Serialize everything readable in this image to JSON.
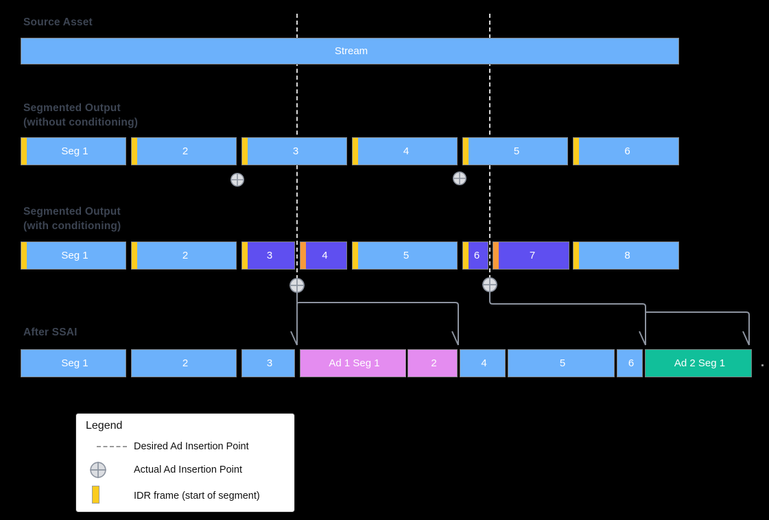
{
  "diagram": {
    "title": "SSAI segment conditioning diagram",
    "background": "#000000",
    "label_color": "#3c4452"
  },
  "colors": {
    "segment_blue": "#6cb1fb",
    "segment_purple": "#5f4ff0",
    "ad_pink": "#e48cf0",
    "ad_teal": "#11bf9a",
    "idr_yellow": "#fccc1f",
    "idr_orange": "#f79b3b",
    "dashed_line": "#d9d9d9",
    "connector": "#8d94a0"
  },
  "rows": [
    {
      "key": "source_asset",
      "label": "Source Asset",
      "bars": [
        {
          "text": "Stream",
          "color": "blue",
          "idr": "none"
        }
      ]
    },
    {
      "key": "without_conditioning",
      "label": "Segmented Output\n(without conditioning)",
      "bars": [
        {
          "text": "Seg 1",
          "color": "blue",
          "idr": "yellow"
        },
        {
          "text": "2",
          "color": "blue",
          "idr": "yellow"
        },
        {
          "text": "3",
          "color": "blue",
          "idr": "yellow"
        },
        {
          "text": "4",
          "color": "blue",
          "idr": "yellow"
        },
        {
          "text": "5",
          "color": "blue",
          "idr": "yellow"
        },
        {
          "text": "6",
          "color": "blue",
          "idr": "yellow"
        }
      ]
    },
    {
      "key": "with_conditioning",
      "label": "Segmented Output\n(with conditioning)",
      "bars": [
        {
          "text": "Seg 1",
          "color": "blue",
          "idr": "yellow"
        },
        {
          "text": "2",
          "color": "blue",
          "idr": "yellow"
        },
        {
          "text": "3",
          "color": "purple",
          "idr": "yellow"
        },
        {
          "text": "4",
          "color": "purple",
          "idr": "orange"
        },
        {
          "text": "5",
          "color": "blue",
          "idr": "yellow"
        },
        {
          "text": "6",
          "color": "purple",
          "idr": "yellow"
        },
        {
          "text": "7",
          "color": "purple",
          "idr": "orange"
        },
        {
          "text": "8",
          "color": "blue",
          "idr": "yellow"
        }
      ]
    },
    {
      "key": "after_ssai",
      "label": "After SSAI",
      "bars": [
        {
          "text": "Seg 1",
          "color": "blue",
          "idr": "none"
        },
        {
          "text": "2",
          "color": "blue",
          "idr": "none"
        },
        {
          "text": "3",
          "color": "blue",
          "idr": "none"
        },
        {
          "text": "Ad 1 Seg 1",
          "color": "pink",
          "idr": "none"
        },
        {
          "text": "2",
          "color": "pink",
          "idr": "none"
        },
        {
          "text": "4",
          "color": "blue",
          "idr": "none"
        },
        {
          "text": "5",
          "color": "blue",
          "idr": "none"
        },
        {
          "text": "6",
          "color": "blue",
          "idr": "none"
        },
        {
          "text": "Ad 2 Seg 1",
          "color": "teal",
          "idr": "none"
        }
      ]
    }
  ],
  "markers": {
    "desired_insertion_points": 2,
    "actual_insertion_points": 4
  },
  "legend": {
    "title": "Legend",
    "items": [
      {
        "icon": "dashed-line-icon",
        "label": "Desired Ad Insertion Point"
      },
      {
        "icon": "crosshair-icon",
        "label": "Actual Ad Insertion Point"
      },
      {
        "icon": "idr-frame-icon",
        "label": "IDR frame (start of segment)"
      }
    ]
  }
}
